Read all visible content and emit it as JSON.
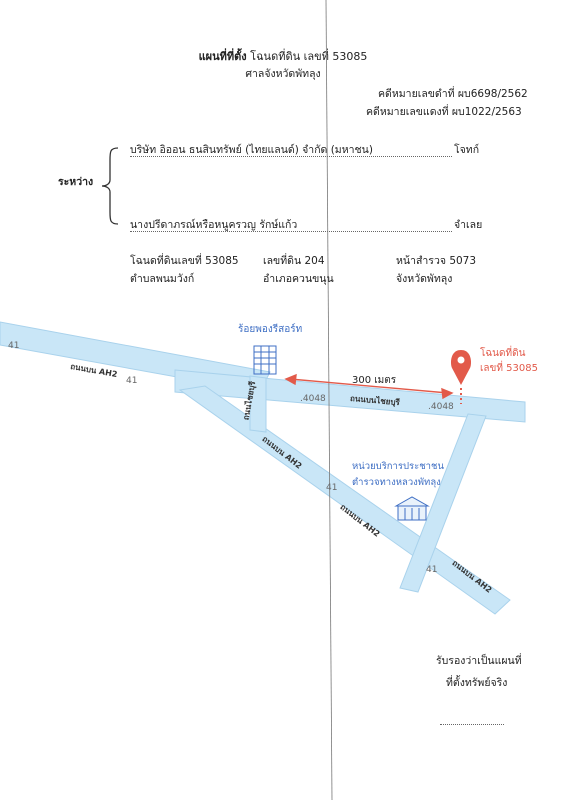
{
  "header": {
    "title_bold": "แผนที่ที่ตั้ง",
    "title_rest": "โฉนดที่ดิน เลขที่ 53085",
    "court": "ศาลจังหวัดพัทลุง",
    "black_case": "คดีหมายเลขดำที่ ผบ6698/2562",
    "red_case": "คดีหมายเลขแดงที่ ผบ1022/2563"
  },
  "parties": {
    "between_label": "ระหว่าง",
    "plaintiff_name": "บริษัท อิออน ธนสินทรัพย์ (ไทยแลนด์) จำกัด (มหาชน)",
    "plaintiff_role": "โจทก์",
    "defendant_name": "นางปรีดาภรณ์หรือหนูครวญ รักษ์แก้ว",
    "defendant_role": "จำเลย"
  },
  "deed": {
    "deed_no": "โฉนดที่ดินเลขที่ 53085",
    "land_no": "เลขที่ดิน 204",
    "survey_page": "หน้าสำรวจ 5073",
    "subdistrict": "ตำบลพนมวังก์",
    "district": "อำเภอควนขนุน",
    "province": "จังหวัดพัทลุง"
  },
  "map": {
    "hotel_label": "ร้อยพองรีสอร์ท",
    "land_label_1": "โฉนดที่ดิน",
    "land_label_2": "เลขที่ 53085",
    "distance": "300 เมตร",
    "highway_office_1": "หน่วยบริการประชาชน",
    "highway_office_2": "ตำรวจทางหลวงพัทลุง",
    "road_ah2_a": "ถนนบน AH2",
    "road_ah2_b": "ถนนบน AH2",
    "road_ah2_c": "ถนนบน AH2",
    "road_ah2_d": "ถนนบน AH2",
    "road_chaiburi_a": "ถนนไชยบุรี",
    "road_chaiburi_b": "ถนนบนไชยบุรี",
    "km_41_a": "41",
    "km_41_b": "41",
    "km_41_c": "41",
    "km_41_d": "41",
    "km_4048_a": ".4048",
    "km_4048_b": ".4048",
    "road_color": "#c9e6f7",
    "pin_color": "#e25a4a",
    "label_blue": "#3f6fc4"
  },
  "footer": {
    "certify_1": "รับรองว่าเป็นแผนที่",
    "certify_2": "ที่ตั้งทรัพย์จริง"
  }
}
